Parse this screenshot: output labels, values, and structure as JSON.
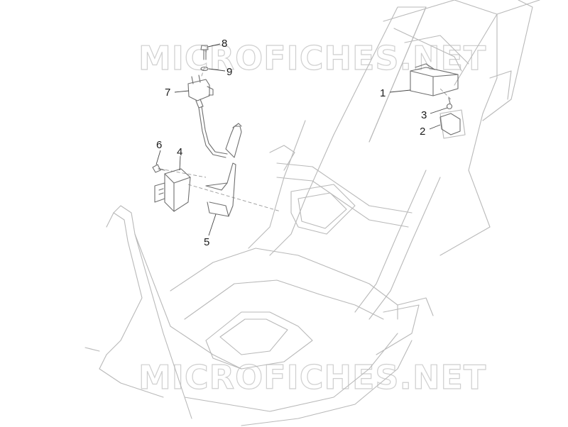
{
  "watermark": {
    "top_text": "MICROFICHES.NET",
    "bottom_text": "MICROFICHES.NET"
  },
  "callouts": [
    {
      "number": "1"
    },
    {
      "number": "2"
    },
    {
      "number": "3"
    },
    {
      "number": "4"
    },
    {
      "number": "5"
    },
    {
      "number": "6"
    },
    {
      "number": "7"
    },
    {
      "number": "8"
    },
    {
      "number": "9"
    }
  ]
}
